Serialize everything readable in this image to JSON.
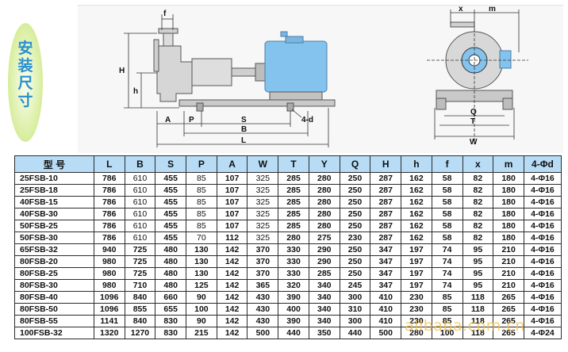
{
  "badge": {
    "lines": [
      "安",
      "装",
      "尺",
      "寸"
    ]
  },
  "drawing": {
    "labels": {
      "f": "f",
      "H": "H",
      "h": "h",
      "A": "A",
      "P": "P",
      "S": "S",
      "B": "B",
      "L": "L",
      "d": "4-d",
      "x": "x",
      "m": "m",
      "Q": "Q",
      "T": "T",
      "W": "W"
    }
  },
  "table": {
    "headers": [
      "型 号",
      "L",
      "B",
      "S",
      "P",
      "A",
      "W",
      "T",
      "Y",
      "Q",
      "H",
      "h",
      "f",
      "x",
      "m",
      "4-Φd"
    ],
    "rows": [
      [
        "25FSB-10",
        "786",
        "610",
        "455",
        "85",
        "107",
        "325",
        "285",
        "280",
        "250",
        "287",
        "162",
        "58",
        "82",
        "180",
        "4-Φ16"
      ],
      [
        "25FSB-18",
        "786",
        "610",
        "455",
        "85",
        "107",
        "325",
        "285",
        "280",
        "250",
        "287",
        "162",
        "58",
        "82",
        "180",
        "4-Φ16"
      ],
      [
        "40FSB-15",
        "786",
        "610",
        "455",
        "85",
        "107",
        "325",
        "285",
        "280",
        "250",
        "287",
        "162",
        "58",
        "82",
        "180",
        "4-Φ16"
      ],
      [
        "40FSB-30",
        "786",
        "610",
        "455",
        "85",
        "107",
        "325",
        "285",
        "280",
        "250",
        "287",
        "162",
        "58",
        "82",
        "180",
        "4-Φ16"
      ],
      [
        "50FSB-25",
        "786",
        "610",
        "455",
        "85",
        "107",
        "325",
        "285",
        "280",
        "250",
        "287",
        "162",
        "58",
        "82",
        "180",
        "4-Φ16"
      ],
      [
        "50FSB-30",
        "786",
        "610",
        "455",
        "70",
        "112",
        "325",
        "280",
        "275",
        "230",
        "287",
        "162",
        "58",
        "82",
        "180",
        "4-Φ16"
      ],
      [
        "65FSB-32",
        "940",
        "725",
        "480",
        "130",
        "142",
        "370",
        "330",
        "290",
        "250",
        "347",
        "197",
        "74",
        "95",
        "210",
        "4-Φ16"
      ],
      [
        "80FSB-20",
        "980",
        "725",
        "480",
        "130",
        "142",
        "370",
        "330",
        "290",
        "250",
        "347",
        "197",
        "74",
        "95",
        "210",
        "4-Φ16"
      ],
      [
        "80FSB-25",
        "980",
        "725",
        "480",
        "130",
        "142",
        "370",
        "330",
        "285",
        "250",
        "347",
        "197",
        "74",
        "95",
        "210",
        "4-Φ16"
      ],
      [
        "80FSB-30",
        "980",
        "710",
        "480",
        "125",
        "142",
        "365",
        "320",
        "340",
        "245",
        "347",
        "197",
        "74",
        "95",
        "210",
        "4-Φ16"
      ],
      [
        "80FSB-40",
        "1096",
        "840",
        "660",
        "90",
        "142",
        "430",
        "390",
        "340",
        "300",
        "410",
        "230",
        "85",
        "118",
        "265",
        "4-Φ16"
      ],
      [
        "80FSB-50",
        "1096",
        "855",
        "655",
        "100",
        "142",
        "430",
        "400",
        "340",
        "310",
        "410",
        "230",
        "85",
        "118",
        "265",
        "4-Φ16"
      ],
      [
        "80FSB-55",
        "1141",
        "840",
        "830",
        "90",
        "142",
        "430",
        "390",
        "340",
        "300",
        "410",
        "230",
        "85",
        "118",
        "265",
        "4-Φ16"
      ],
      [
        "100FSB-32",
        "1320",
        "1270",
        "830",
        "215",
        "142",
        "500",
        "440",
        "350",
        "440",
        "500",
        "280",
        "100",
        "118",
        "265",
        "4-Φ24"
      ]
    ]
  },
  "watermark": "alibaba.com.cn",
  "colors": {
    "header_bg": "#b8dcf5",
    "motor": "#84c3ee",
    "badge": "#dff0a8",
    "badge_text": "#2a8fd0"
  }
}
